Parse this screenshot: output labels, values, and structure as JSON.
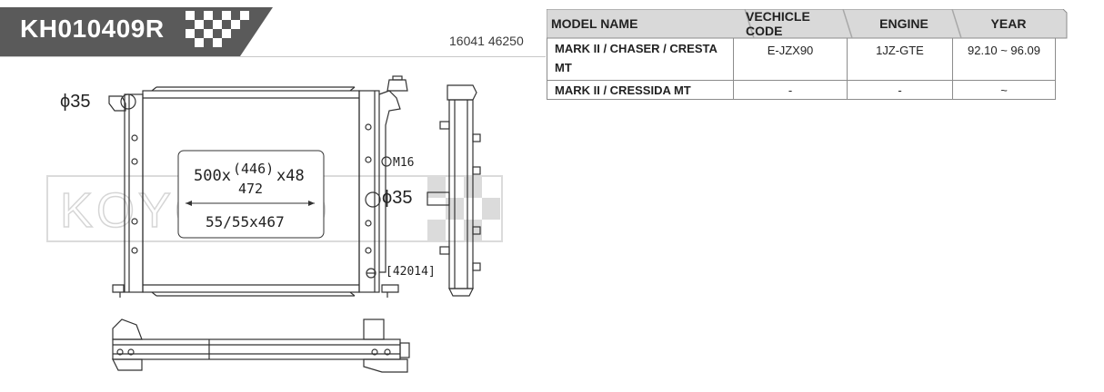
{
  "header": {
    "part_number": "KH010409R",
    "oem_number": "16041 46250"
  },
  "drawing": {
    "inlet_diameter": "ϕ35",
    "outlet_diameter": "ϕ35",
    "core_size_main": "500x",
    "core_size_top": "(446)",
    "core_size_bottom": "472",
    "core_size_tail": "x48",
    "tank_size": "55/55x467",
    "drain_plug": "M16",
    "cap_code": "[42014]",
    "watermark": "KOYORAD"
  },
  "table": {
    "headers": {
      "model": "MODEL NAME",
      "vehicle": "VECHICLE CODE",
      "engine": "ENGINE",
      "year": "YEAR"
    },
    "rows": [
      {
        "model_line1": "MARK II  / CHASER / CRESTA",
        "model_line2": "MT",
        "vehicle": "E-JZX90",
        "engine": "1JZ-GTE",
        "year": "92.10  ~  96.09"
      },
      {
        "model_line1": "MARK II / CRESSIDA   MT",
        "model_line2": "",
        "vehicle": "-",
        "engine": "-",
        "year": "~"
      }
    ]
  },
  "colors": {
    "banner": "#5a5a5a",
    "header_fill": "#d9d9d9",
    "line": "#333333"
  }
}
